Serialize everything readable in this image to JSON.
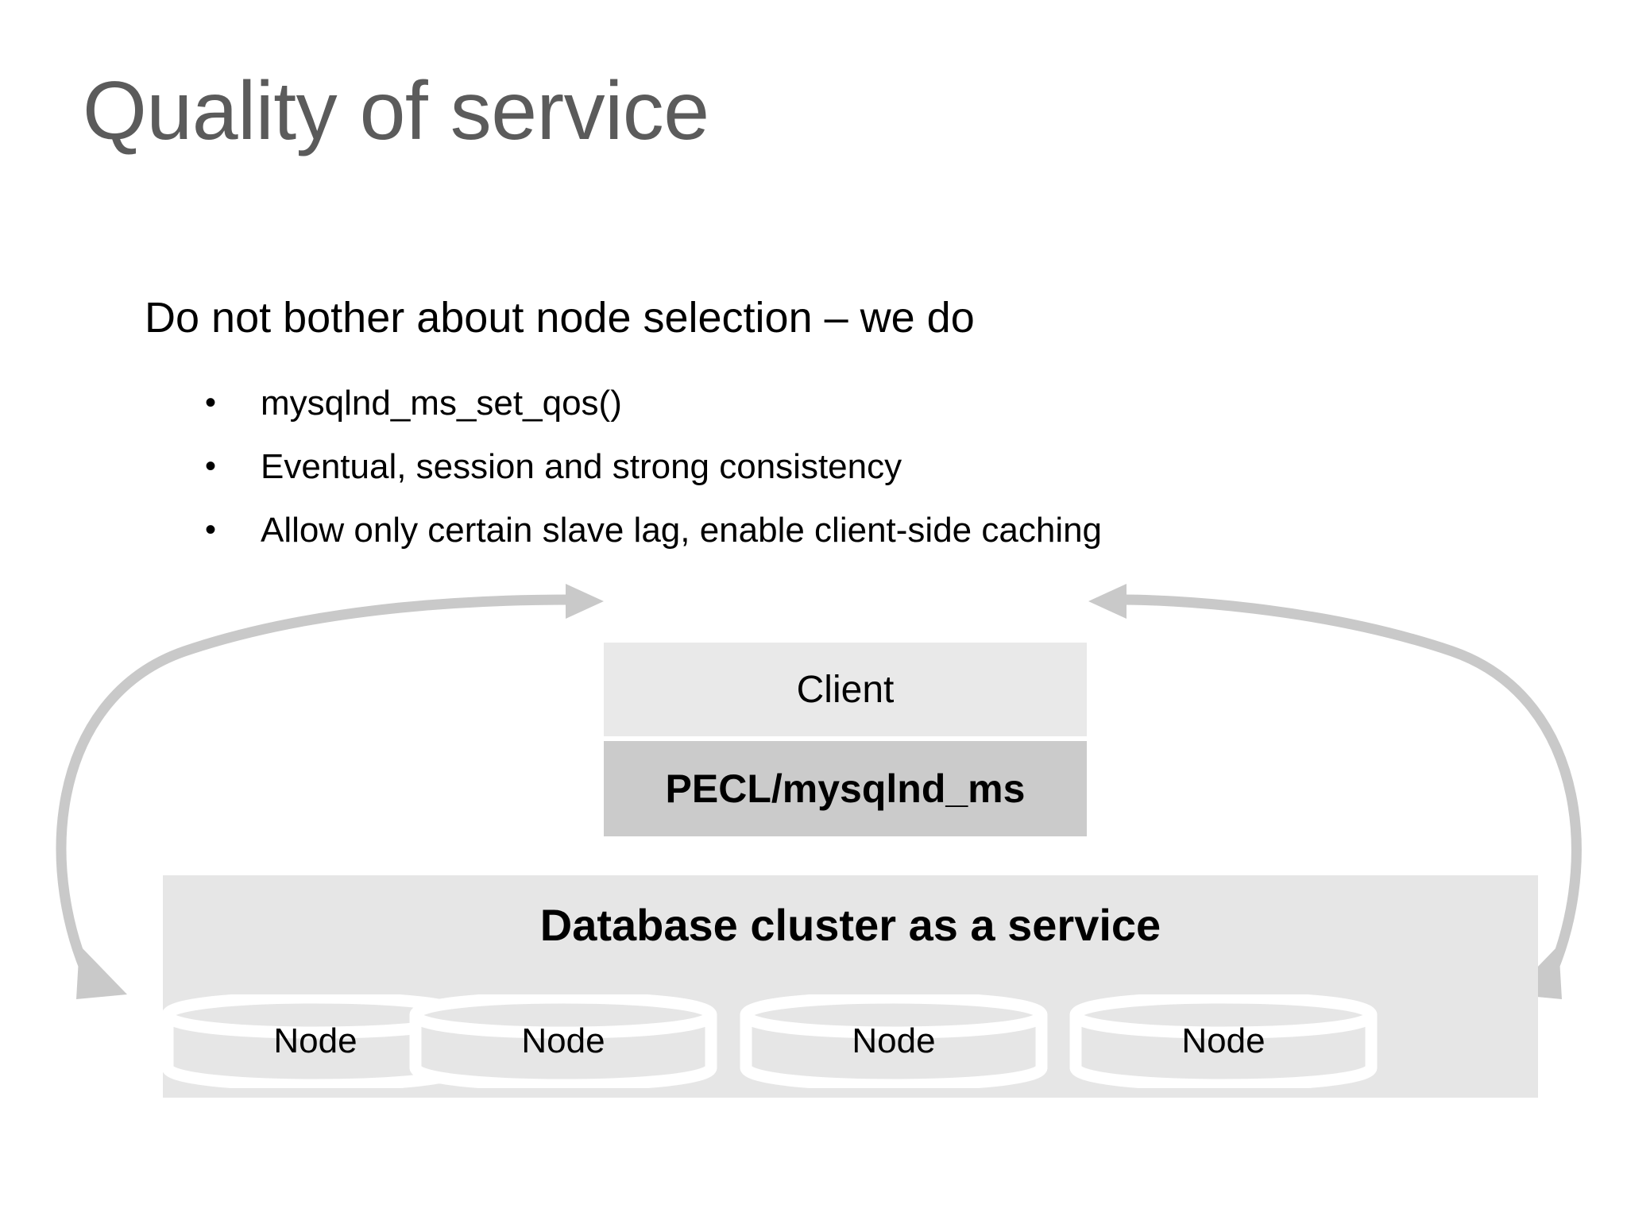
{
  "slide": {
    "title": "Quality of service",
    "lead": "Do not bother about node selection – we do",
    "bullet_marker": "•",
    "bullets": [
      {
        "text": "mysqlnd_ms_set_qos()"
      },
      {
        "text": "Eventual, session and strong consistency"
      },
      {
        "text": "Allow only certain slave lag, enable client-side caching"
      }
    ]
  },
  "diagram": {
    "client_box": {
      "label": "Client"
    },
    "pecl_box": {
      "label": "PECL/mysqlnd_ms"
    },
    "cluster": {
      "title": "Database cluster as a service",
      "nodes": [
        {
          "label": "Node"
        },
        {
          "label": "Node"
        },
        {
          "label": "Node"
        },
        {
          "label": "Node"
        }
      ]
    }
  },
  "colors": {
    "title_gray": "#5b5b5b",
    "client_fill": "#e9e9e9",
    "pecl_fill": "#cbcbcb",
    "cluster_fill": "#e6e6e6",
    "arrow_gray": "#c9c9c9",
    "node_outline": "#ffffff",
    "text_black": "#000000",
    "background": "#ffffff"
  }
}
